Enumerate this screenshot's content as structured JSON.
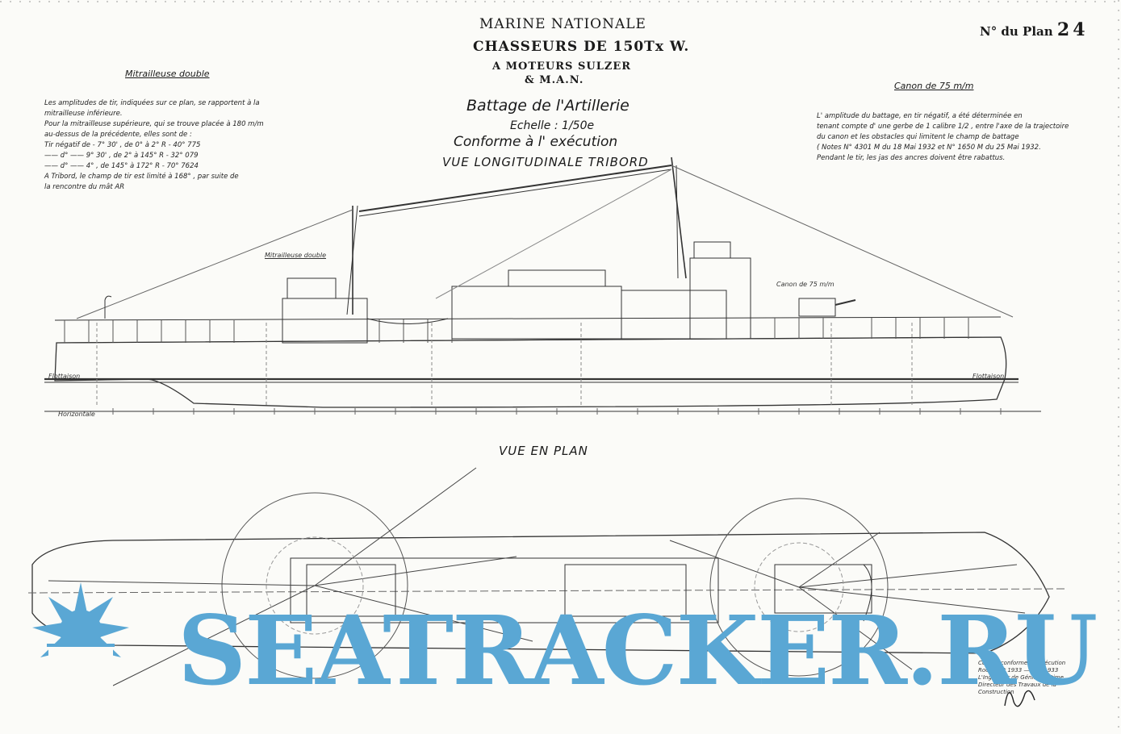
{
  "header": {
    "line1": "MARINE NATIONALE",
    "line2": "CHASSEURS DE 150Tx W.",
    "line3": "A MOTEURS SULZER",
    "line4": "& M.A.N."
  },
  "plan_number": {
    "label": "N° du Plan",
    "value": "24"
  },
  "titles": {
    "main": "Battage de l'Artillerie",
    "scale": "Echelle : 1/50e",
    "conformity": "Conforme à l' exécution",
    "side_view": "VUE LONGITUDINALE TRIBORD",
    "plan_view": "VUE EN PLAN"
  },
  "left_note": {
    "heading": "Mitrailleuse double",
    "lines": [
      "Les amplitudes de tir, indiquées sur ce plan, se rapportent à la",
      "mitrailleuse inférieure.",
      "Pour la mitrailleuse supérieure, qui se trouve placée à 180 m/m",
      "au-dessus de la précédente, elles sont de :",
      "Tir négatif de - 7° 30' , de 0° à 2° R - 40° 775",
      "—— d° —— 9° 30' , de 2° à 145° R - 32° 079",
      "—— d° —— 4° , de 145° à 172° R - 70° 7624",
      "A Tribord, le champ de tir est limité à 168° , par suite de",
      "la rencontre du mât AR"
    ]
  },
  "right_note": {
    "heading": "Canon de 75 m/m",
    "lines": [
      "L' amplitude du battage, en tir négatif, a été déterminée en",
      "tenant compte d' une gerbe de 1 calibre 1/2 , entre l'axe de la trajectoire",
      "du canon et les obstacles qui limitent le champ de battage",
      "( Notes N° 4301 M du 18 Mai 1932 et N° 1650 M du 25 Mai 1932.",
      "Pendant le tir, les jas des ancres doivent être rabattus."
    ]
  },
  "labels": {
    "machine_gun": "Mitrailleuse double",
    "cannon": "Canon de 75 m/m",
    "horizontal": "Horizontale",
    "flottaison_left": "Flottaison",
    "flottaison_right": "Flottaison",
    "footnote": "Certifié conforme à l'exécution Rochefort 1933 — 1 — 1933 L'Ingénieur de Génie Maritime Directeur des Travaux de la Construction"
  },
  "watermark": {
    "text": "SEATRACKER.RU",
    "color": "#5aa7d4"
  },
  "icons": [
    "sunburst-logo-icon",
    "signature-icon"
  ]
}
